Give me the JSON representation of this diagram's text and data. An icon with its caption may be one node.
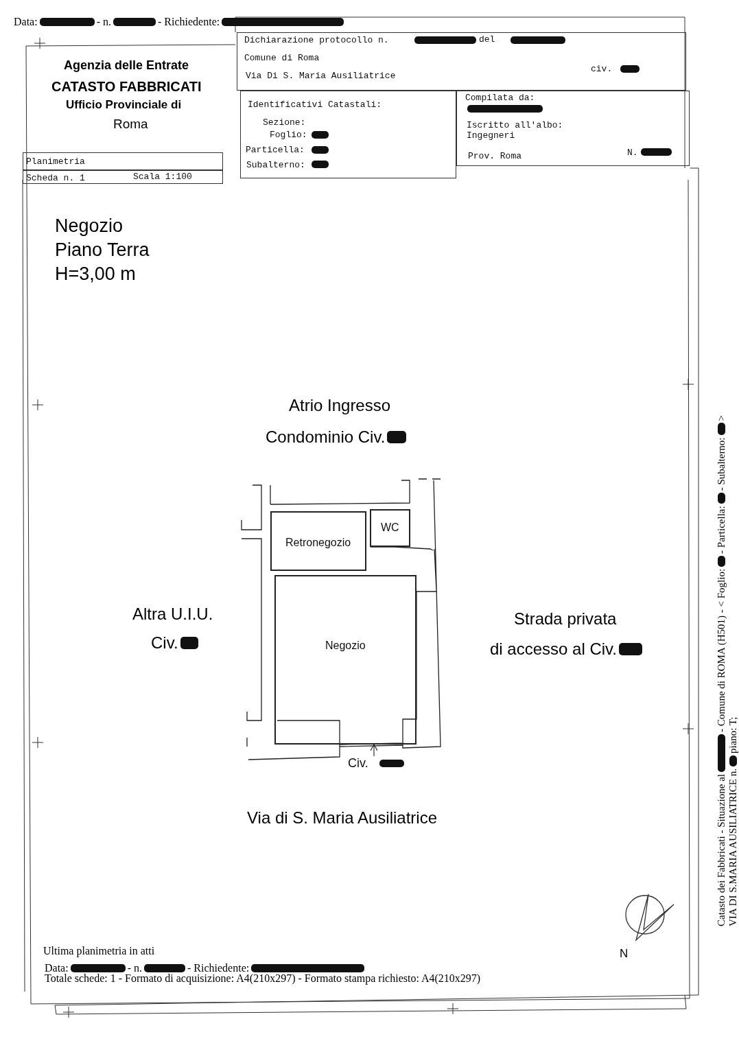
{
  "diagram": {
    "nodes": [
      {
        "text": [
          "Planimetria"
        ]
      },
      {
        "text": [
          "Scheda n. 1",
          "Scala 1:100"
        ]
      },
      {
        "text": [
          "Dichiarazione protocollo n.",
          "del",
          "Comune di Roma",
          "Via Di S. Maria Ausiliatrice",
          "civ."
        ]
      },
      {
        "text": [
          "Identificativi Catastali:",
          "Sezione:",
          "Foglio:",
          "Particella:",
          "Subalterno:"
        ]
      },
      {
        "text": [
          "Compilata da:",
          "Iscritto all'albo:",
          "Ingegneri",
          "Prov. Roma",
          "N."
        ]
      },
      {
        "text": [
          "Retronegozio"
        ]
      },
      {
        "text": [
          "WC"
        ]
      },
      {
        "text": [
          "Negozio"
        ]
      },
      {
        "text": [
          "Civ."
        ]
      }
    ],
    "edges": [
      {
        "from": 8,
        "to": 7,
        "arrow": "to"
      }
    ],
    "labels": [
      "Data:",
      "- n.",
      "- Richiedente:",
      "Agenzia delle Entrate",
      "CATASTO FABBRICATI",
      "Ufficio Provinciale di",
      "Roma",
      "Negozio Piano Terra H=3,00 m",
      "Atrio Ingresso",
      "Condominio Civ.",
      "Altra U.I.U.",
      "Civ.",
      "Strada privata",
      "di accesso al Civ.",
      "Via di S. Maria Ausiliatrice",
      "Catasto dei Fabbricati - Situazione al",
      "- Comune di ROMA (H501) - < Foglio:",
      "- Particella:",
      "- Subalterno:",
      ">",
      "VIA DI S.MARIA AUSILIATRICE n.",
      "piano: T;",
      "Ultima planimetria in atti",
      "Data:",
      "- n.",
      "- Richiedente:",
      "Totale schede: 1 - Formato di acquisizione: A4(210x297)  - Formato stampa richiesto: A4(210x297)",
      "N"
    ]
  }
}
